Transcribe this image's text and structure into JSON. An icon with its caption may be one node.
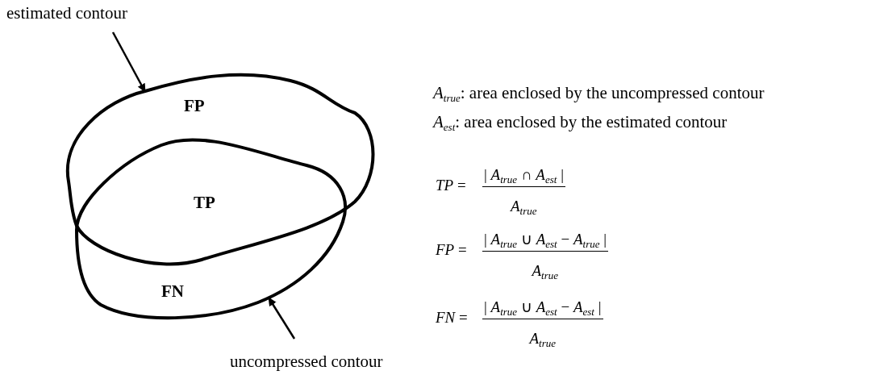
{
  "diagram": {
    "nodes": [
      {
        "text": [
          "estimated contour"
        ]
      },
      {
        "text": [],
        "shape": "outline"
      },
      {
        "text": [],
        "shape": "outline"
      },
      {
        "text": [
          "uncompressed contour"
        ]
      }
    ],
    "edges": [
      {
        "from": 0,
        "to": 1,
        "arrow": "to"
      },
      {
        "from": 3,
        "to": 2,
        "arrow": "to"
      }
    ],
    "labels": [
      "FP",
      "*A*$_{true}$: area enclosed by the uncompressed contour",
      "*A*$_{est}$: area enclosed by the estimated contour",
      "TP",
      "*TP* =",
      "| *A*$_{true}$ ∩ *A*$_{est}$ |",
      "*A*$_{true}$",
      "*FP* =",
      "| *A*$_{true}$ ∪ *A*$_{est}$ − *A*$_{true}$ |",
      "*A*$_{true}$",
      "FN",
      "*FN* =",
      "| *A*$_{true}$ ∪ *A*$_{est}$ − *A*$_{est}$ |",
      "*A*$_{true}$"
    ]
  }
}
